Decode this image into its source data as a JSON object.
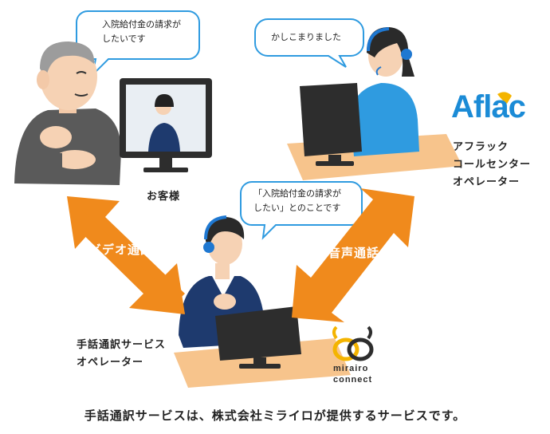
{
  "bubbles": {
    "customer": "入院給付金の請求が\nしたいです",
    "aflac_operator": "かしこまりました",
    "interpreter": "「入院給付金の請求が\nしたい」とのことです"
  },
  "labels": {
    "customer": "お客様",
    "aflac_operator": "アフラック\nコールセンター\nオペレーター",
    "interpreter": "手話通訳サービス\nオペレーター"
  },
  "arrows": {
    "video_call": "ビデオ通話",
    "voice_call": "音声通話"
  },
  "logos": {
    "aflac": "Aflac",
    "mirairo_line1": "mirairo",
    "mirairo_line2": "connect"
  },
  "caption": "手話通訳サービスは、株式会社ミライロが提供するサービスです。",
  "colors": {
    "arrow": "#f08a1c",
    "bubble_border": "#2f9be0",
    "desk": "#f7c48c",
    "aflac_blue": "#1b8bd6",
    "headset": "#1f78d1"
  }
}
